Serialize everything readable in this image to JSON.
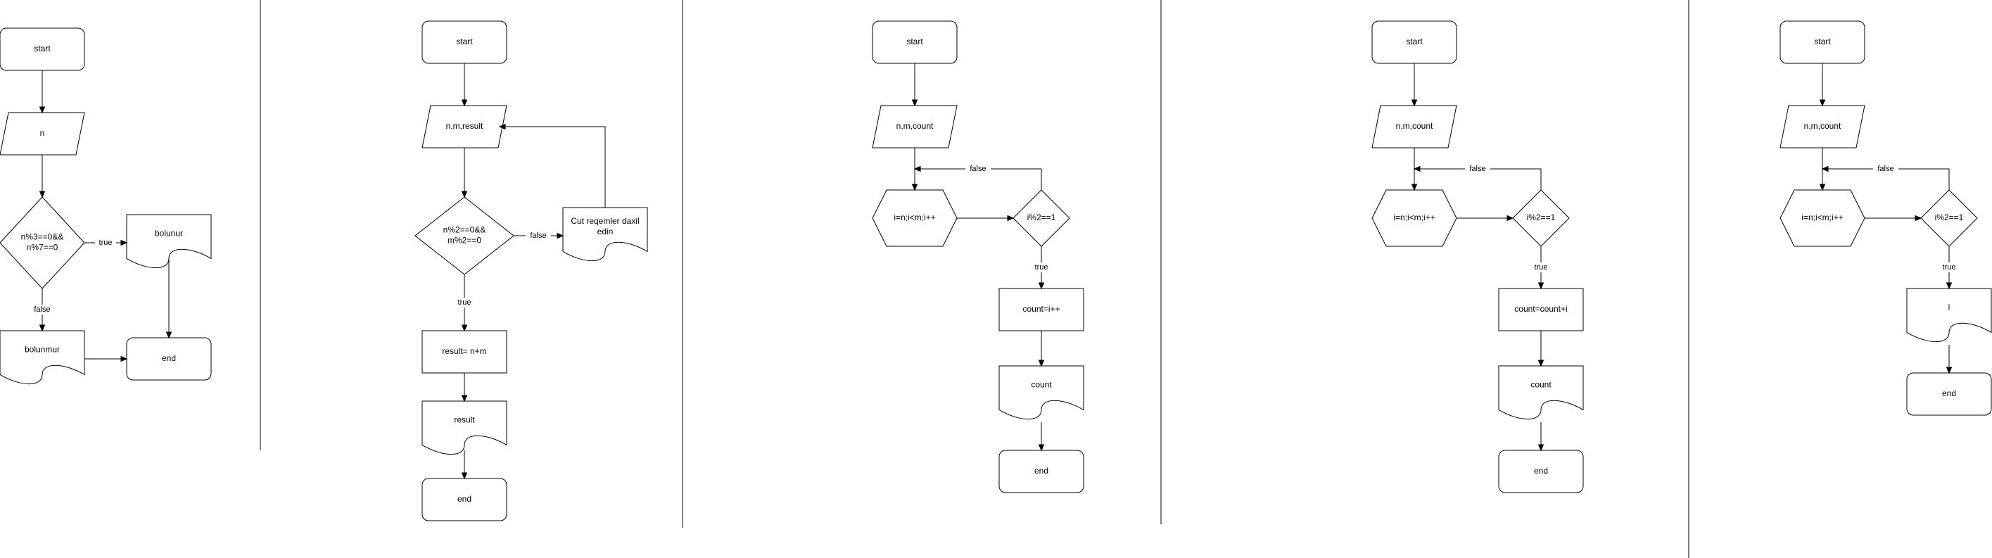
{
  "canvas": {
    "background": "#ffffff",
    "stroke": "#000000"
  },
  "diagrams": [
    {
      "name": "divisible-by-3-and-7",
      "nodes": {
        "start": "start",
        "input": "n",
        "condition": [
          "n%3==0&&",
          "n%7==0"
        ],
        "true_output": "bolunur",
        "false_output": "bolunmur",
        "end": "end"
      },
      "edges": {
        "true": "true",
        "false": "false"
      }
    },
    {
      "name": "sum-if-even",
      "nodes": {
        "start": "start",
        "input": "n,m,result",
        "condition": [
          "n%2==0&&",
          "m%2==0"
        ],
        "false_output": [
          "Cut reqemler daxil",
          "edin"
        ],
        "process": "result= n+m",
        "output": "result",
        "end": "end"
      },
      "edges": {
        "true": "true",
        "false": "false"
      }
    },
    {
      "name": "count-odd-increment",
      "nodes": {
        "start": "start",
        "input": "n,m,count",
        "loop": "i=n;i<m;i++",
        "condition": "i%2==1",
        "process": "count=i++",
        "output": "count",
        "end": "end"
      },
      "edges": {
        "true": "true",
        "false": "false"
      }
    },
    {
      "name": "sum-odd",
      "nodes": {
        "start": "start",
        "input": "n,m,count",
        "loop": "i=n;i<m;i++",
        "condition": "i%2==1",
        "process": "count=count+i",
        "output": "count",
        "end": "end"
      },
      "edges": {
        "true": "true",
        "false": "false"
      }
    },
    {
      "name": "print-odd",
      "nodes": {
        "start": "start",
        "input": "n,m,count",
        "loop": "i=n;i<m;i++",
        "condition": "i%2==1",
        "output": "i",
        "end": "end"
      },
      "edges": {
        "true": "true",
        "false": "false"
      }
    }
  ]
}
